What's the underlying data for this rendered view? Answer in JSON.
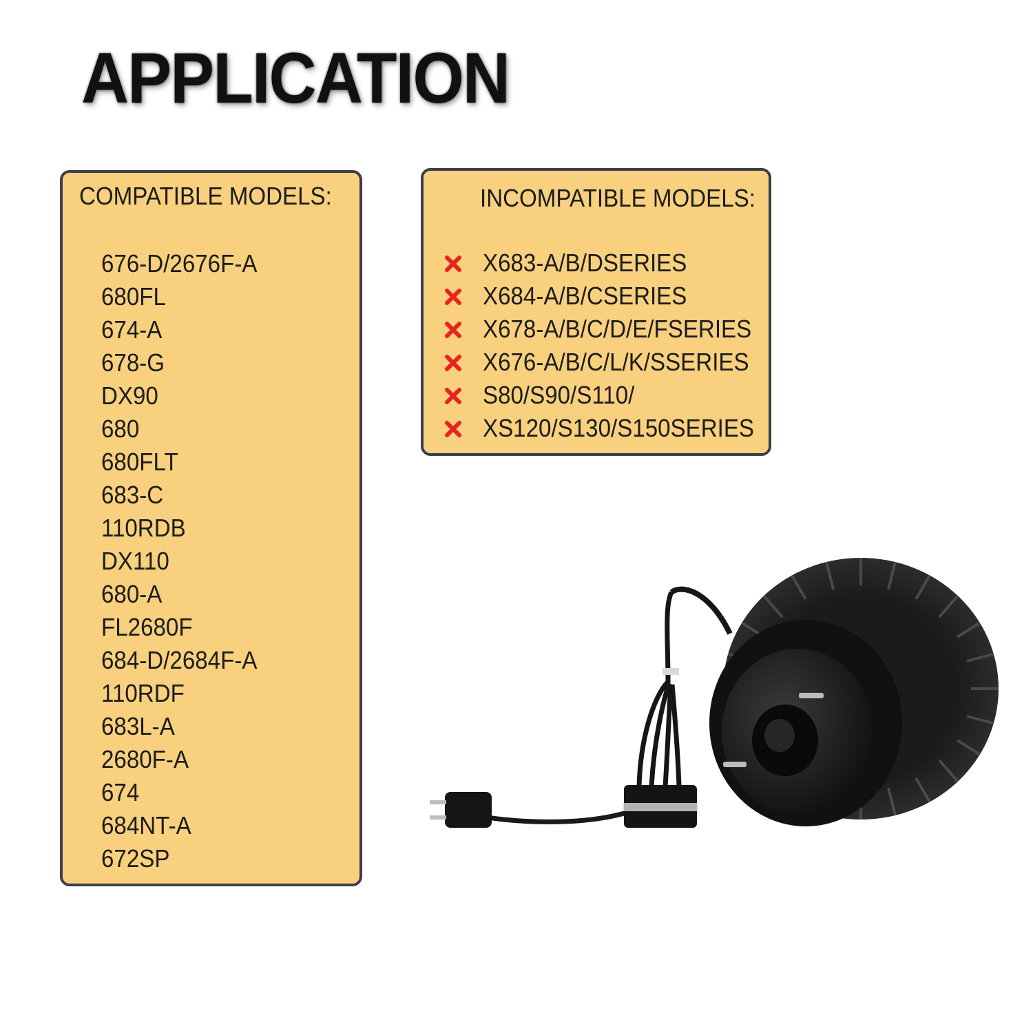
{
  "header": {
    "title": "APPLICATION"
  },
  "compatible": {
    "heading": "COMPATIBLE MODELS:",
    "items": [
      "676-D/2676F-A",
      "680FL",
      "674-A",
      "678-G",
      "DX90",
      "680",
      "680FLT",
      "683-C",
      "110RDB",
      "DX110",
      "680-A",
      "FL2680F",
      "684-D/2684F-A",
      "110RDF",
      "683L-A",
      "2680F-A",
      "674",
      "684NT-A",
      "672SP"
    ]
  },
  "incompatible": {
    "heading": "INCOMPATIBLE MODELS:",
    "icon": "x-mark-icon",
    "icon_color": "#e8231f",
    "items": [
      "X683-A/B/DSERIES",
      "X684-A/B/CSERIES",
      "X678-A/B/C/D/E/FSERIES",
      "X676-A/B/C/L/K/SSERIES",
      "S80/S90/S110/",
      "XS120/S130/S150SERIES"
    ]
  },
  "colors": {
    "panel_bg": "#f8d07e",
    "panel_border": "#3c3e4e",
    "text": "#1c1c1c"
  },
  "product_image": {
    "icon": "blower-motor-image"
  }
}
